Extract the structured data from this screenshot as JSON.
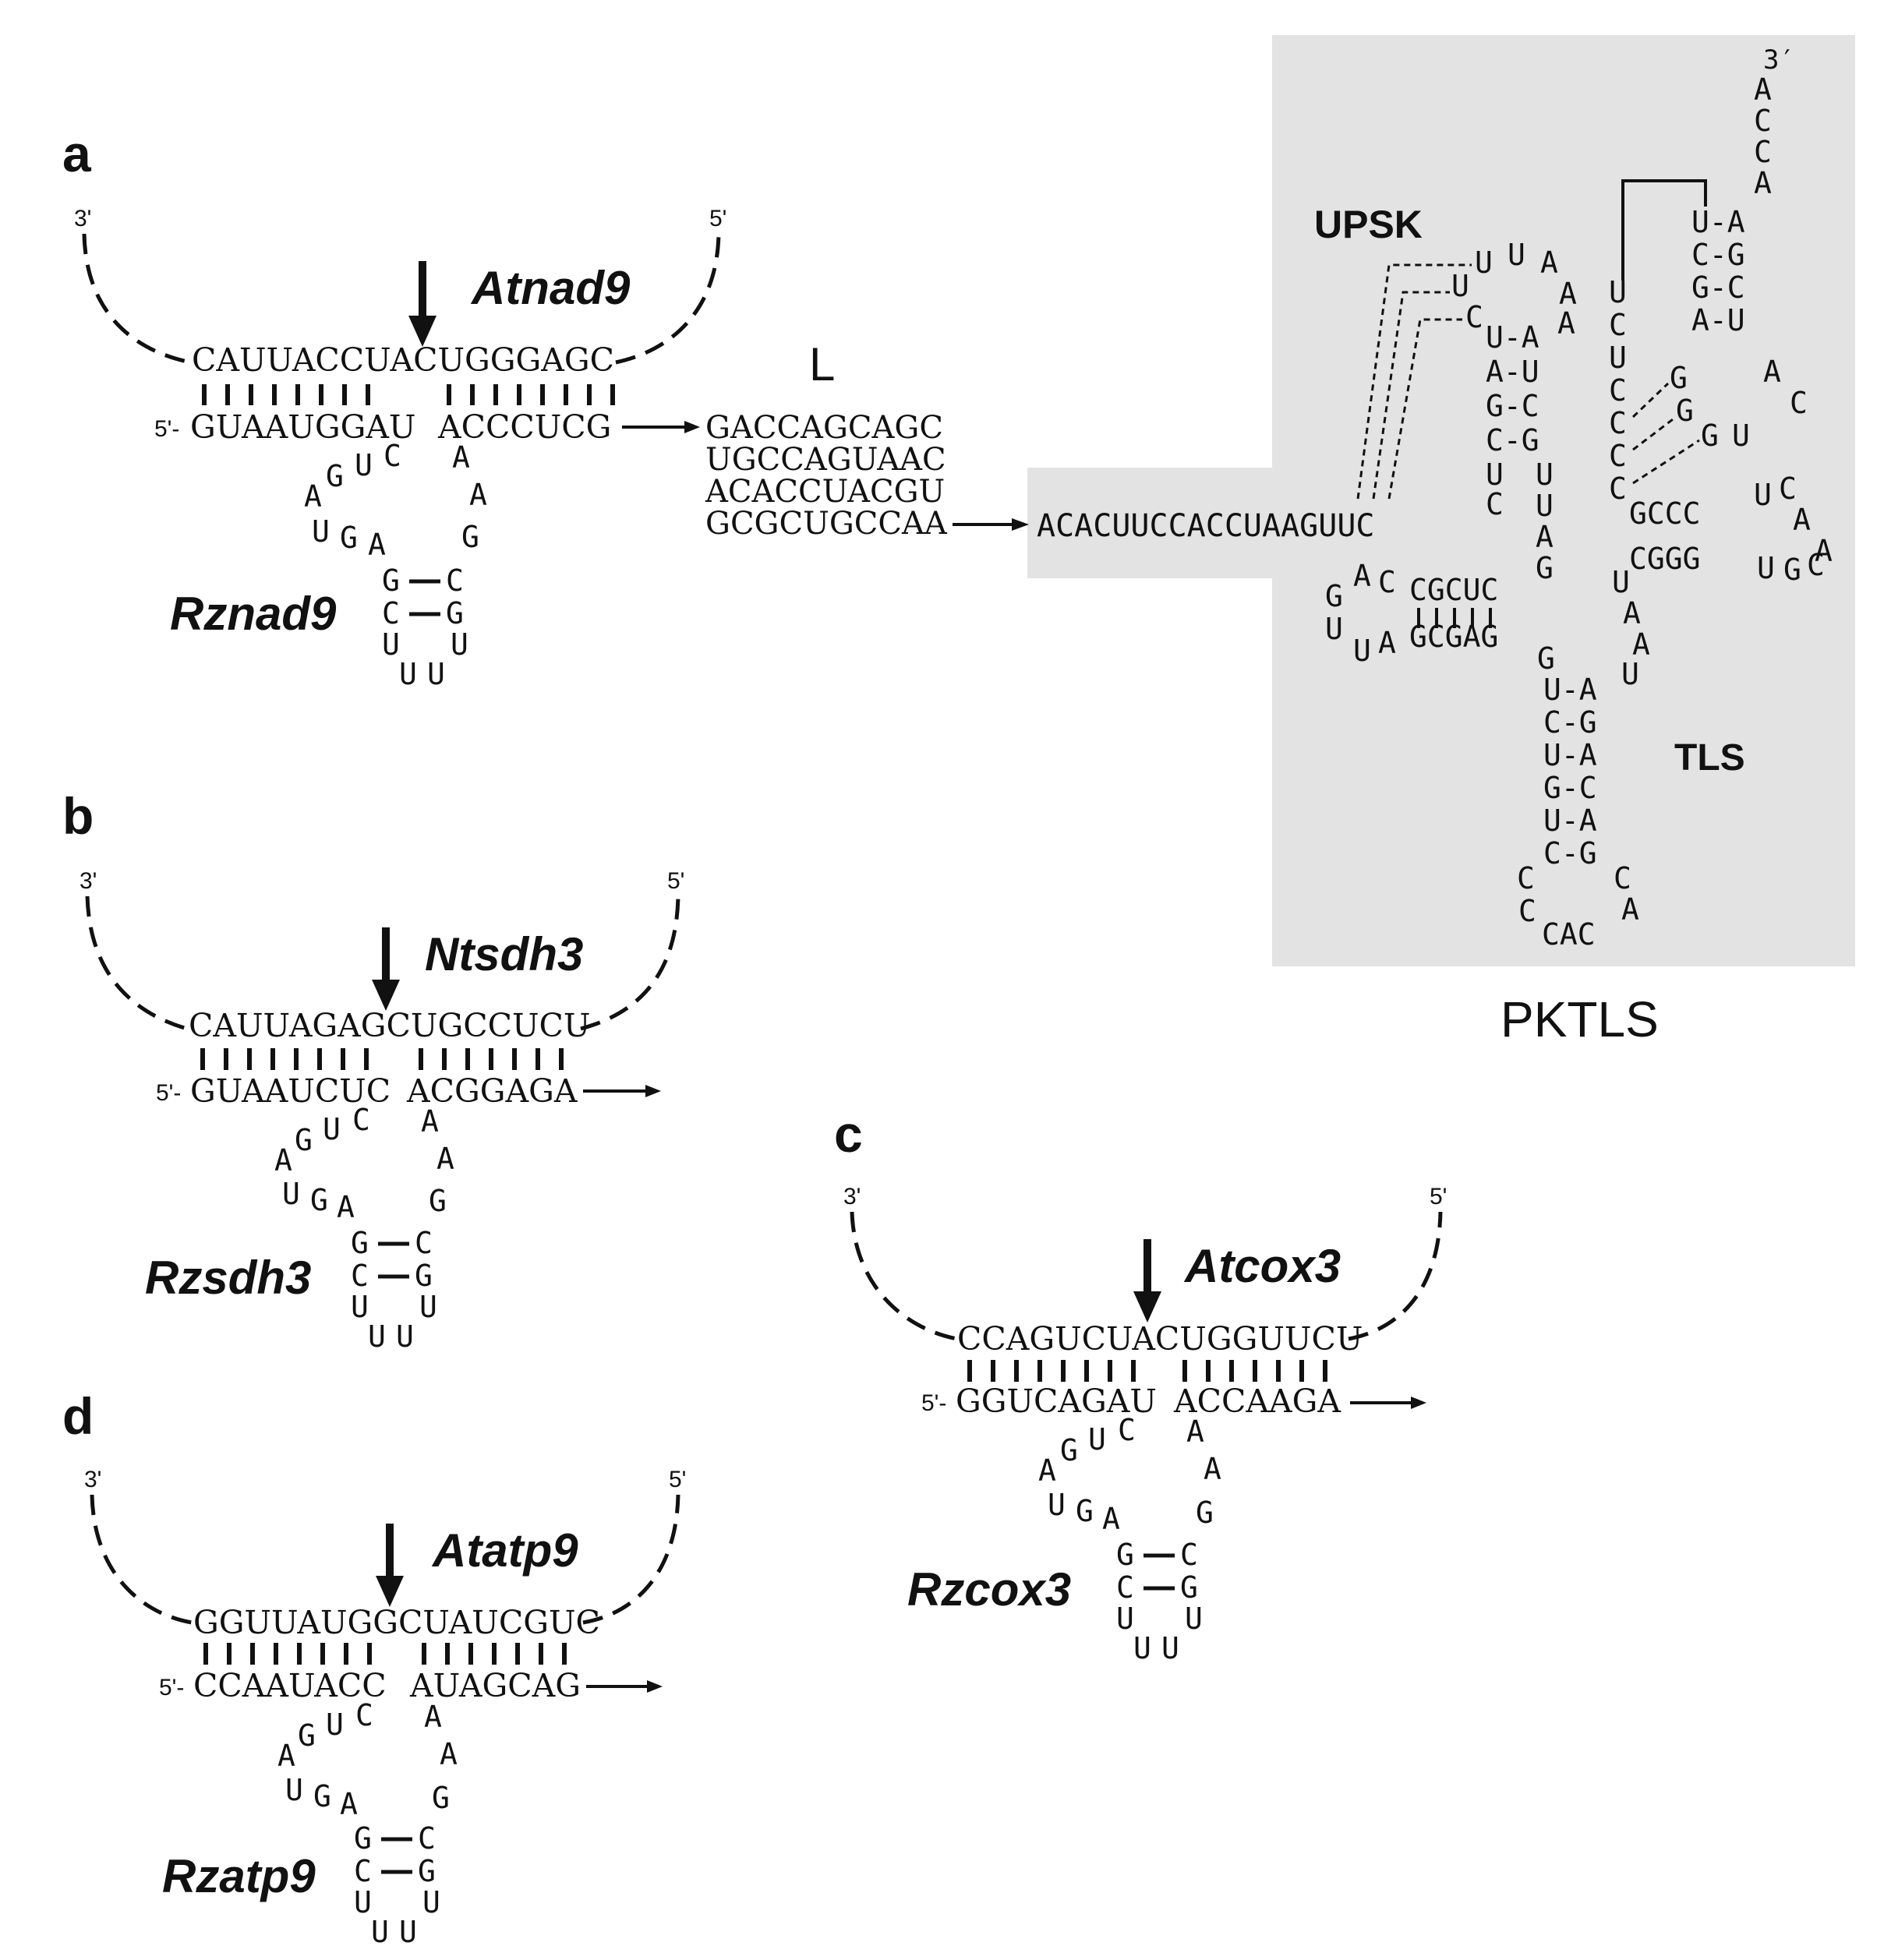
{
  "panels": {
    "a": {
      "letter": "a",
      "target_label": "Atnad9",
      "ribozyme_label": "Rznad9",
      "end_left": "3'",
      "end_right": "5'",
      "target_seq": "CAUUACCUACUGGGAGC",
      "rz_left_prefix": "5'-",
      "rz_left_arm": "GUAAUGGAU",
      "rz_right_arm": "ACCCUCG",
      "core": [
        "A",
        "G",
        "U",
        "C",
        "U",
        "G",
        "A",
        "A",
        "A",
        "G"
      ],
      "stem": [
        [
          "G",
          "C"
        ],
        [
          "C",
          "G"
        ]
      ],
      "loop": [
        "U",
        "U",
        "U",
        "U"
      ]
    },
    "b": {
      "letter": "b",
      "target_label": "Ntsdh3",
      "ribozyme_label": "Rzsdh3",
      "end_left": "3'",
      "end_right": "5'",
      "target_seq": "CAUUAGAGCUGCCUCU",
      "rz_left_prefix": "5'-",
      "rz_left_arm": "GUAAUCUC",
      "rz_right_arm": "ACGGAGA",
      "core": [
        "A",
        "G",
        "U",
        "C",
        "U",
        "G",
        "A",
        "A",
        "A",
        "G"
      ],
      "stem": [
        [
          "G",
          "C"
        ],
        [
          "C",
          "G"
        ]
      ],
      "loop": [
        "U",
        "U",
        "U",
        "U"
      ]
    },
    "c": {
      "letter": "c",
      "target_label": "Atcox3",
      "ribozyme_label": "Rzcox3",
      "end_left": "3'",
      "end_right": "5'",
      "target_seq": "CCAGUCUACUGGUUCU",
      "rz_left_prefix": "5'-",
      "rz_left_arm": "GGUCAGAU",
      "rz_right_arm": "ACCAAGA",
      "core": [
        "A",
        "G",
        "U",
        "C",
        "U",
        "G",
        "A",
        "A",
        "A",
        "G"
      ],
      "stem": [
        [
          "G",
          "C"
        ],
        [
          "C",
          "G"
        ]
      ],
      "loop": [
        "U",
        "U",
        "U",
        "U"
      ]
    },
    "d": {
      "letter": "d",
      "target_label": "Atatp9",
      "ribozyme_label": "Rzatp9",
      "end_left": "3'",
      "end_right": "5'",
      "target_seq": "GGUUAUGGCUAUCGUC",
      "rz_left_prefix": "5'-",
      "rz_left_arm": "CCAAUACC",
      "rz_right_arm": "AUAGCAG",
      "core": [
        "A",
        "G",
        "U",
        "C",
        "U",
        "G",
        "A",
        "A",
        "A",
        "G"
      ],
      "stem": [
        [
          "G",
          "C"
        ],
        [
          "C",
          "G"
        ]
      ],
      "loop": [
        "U",
        "U",
        "U",
        "U"
      ]
    }
  },
  "linker": {
    "label": "L",
    "lines": [
      "GACCAGCAGC",
      "UGCCAGUAAC",
      "ACACCUACGU",
      "GCGCUGCCAA"
    ]
  },
  "pktls": {
    "label": "PKTLS",
    "upsk_label": "UPSK",
    "tls_label": "TLS",
    "end_3": "3′",
    "leader_seq": "ACACUUCCACCUAAGUUC"
  },
  "colors": {
    "pktls_background": "#e3e3e3",
    "ink": "#111111"
  }
}
